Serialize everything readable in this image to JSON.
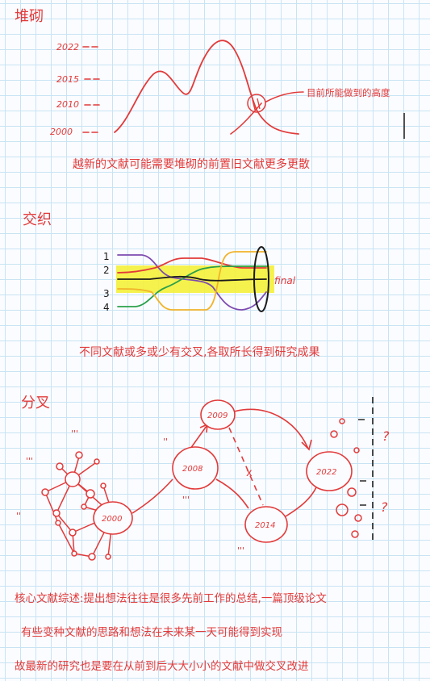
{
  "section1": {
    "heading": "堆砌",
    "years": [
      "2022",
      "2015",
      "2010",
      "2000"
    ],
    "annotation": "目前所能做到的高度",
    "caption": "越新的文献可能需要堆砌的前置旧文献更多更散"
  },
  "section2": {
    "heading": "交织",
    "line_numbers": [
      "1",
      "2",
      "3",
      "4"
    ],
    "final_label": "final",
    "caption": "不同文献或多或少有交叉,各取所长得到研究成果"
  },
  "section3": {
    "heading": "分叉",
    "nodes": [
      "2000",
      "2008",
      "2009",
      "2014",
      "2022"
    ],
    "cross_mark": "x",
    "question_marks": [
      "?",
      "?"
    ],
    "ellipsis_marks": [
      "'''",
      "''",
      "'''",
      "'''",
      "''",
      "'''"
    ]
  },
  "bottom_notes": [
    "核心文献综述:提出想法往往是很多先前工作的总结,一篇顶级论文",
    "有些变种文献的思路和想法在未来某一天可能得到实现",
    "故最新的研究也是要在从前到后大大小小的文献中做交叉改进"
  ],
  "colors": {
    "ink_red": "#e23a3a",
    "ink_black": "#1b1b1b",
    "highlighter": "#f4f03a",
    "line_purple": "#7e4bb0",
    "line_green": "#2aa04a",
    "line_orange": "#f1b32a",
    "grid": "#c8e4f4"
  }
}
